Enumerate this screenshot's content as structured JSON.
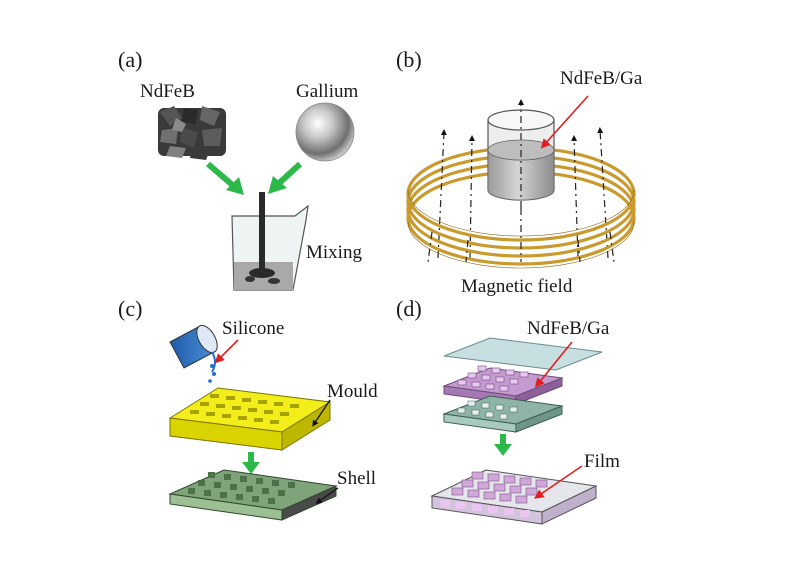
{
  "panels": {
    "a": {
      "label": "(a)",
      "material_1": "NdFeB",
      "material_2": "Gallium",
      "step": "Mixing"
    },
    "b": {
      "label": "(b)",
      "sample": "NdFeB/Ga",
      "field": "Magnetic field"
    },
    "c": {
      "label": "(c)",
      "liquid": "Silicone",
      "mould": "Mould",
      "shell": "Shell"
    },
    "d": {
      "label": "(d)",
      "filler": "NdFeB/Ga",
      "film": "Film"
    }
  },
  "colors": {
    "arrow_green": "#2db84a",
    "coil_gold": "#c99a2e",
    "pointer_red": "#e02020",
    "mould_yellow": "#f3ee1a",
    "shell_green": "#7fa37a",
    "film_purple": "#cfa8d8"
  }
}
